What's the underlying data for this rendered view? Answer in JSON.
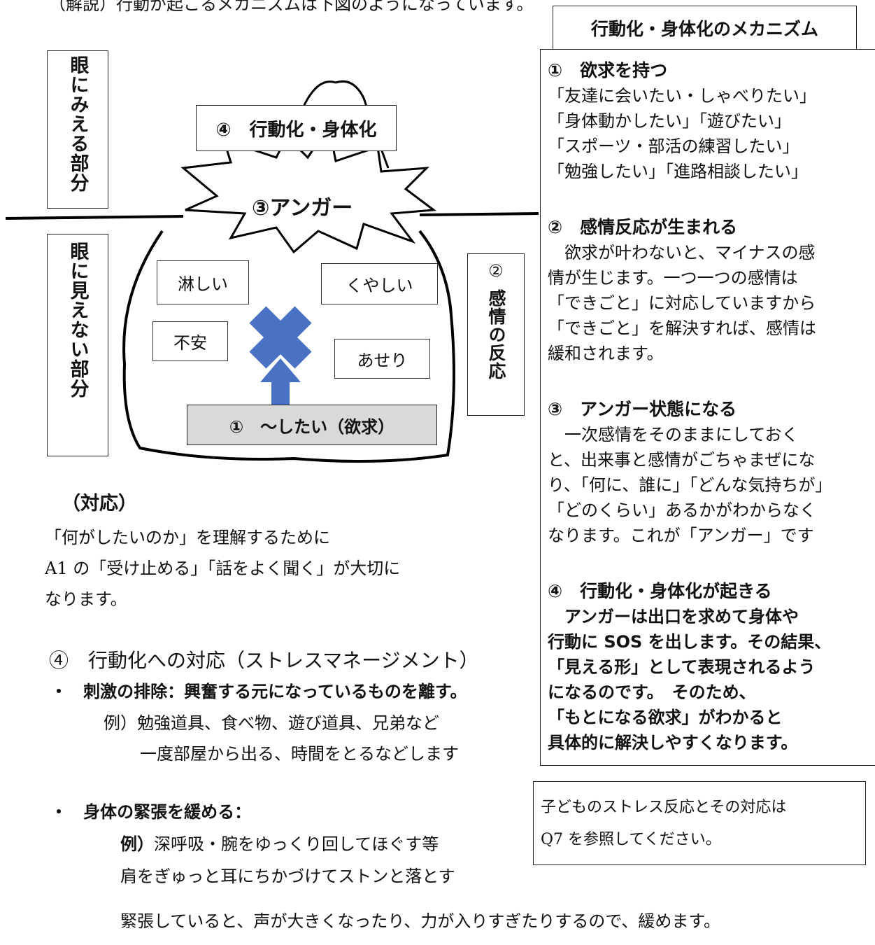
{
  "top_cut_text": "（解説）行動が起こるメカニズムは下図のようになっています。",
  "diagram": {
    "visible_part": "眼にみえる部分",
    "invisible_part": "眼に見えない部分",
    "action_box": "④　行動化・身体化",
    "anger": "③アンガー",
    "emotion_reaction": {
      "num": "②",
      "text": "感情の反応"
    },
    "feelings": [
      "淋しい",
      "くやしい",
      "不安",
      "あせり"
    ],
    "desire": "①　～したい（欲求）",
    "colors": {
      "cross": "#4a72c4",
      "arrow": "#4a72c4",
      "desire_bg": "#d9d9d9"
    }
  },
  "mechanism": {
    "title": "行動化・身体化のメカニズム",
    "sections": [
      {
        "heading": "①　欲求を持つ",
        "lines": [
          "「友達に会いたい・しゃべりたい」",
          "「身体動かしたい」「遊びたい」",
          "「スポーツ・部活の練習したい」",
          "「勉強したい」「進路相談したい」"
        ]
      },
      {
        "heading": "②　感情反応が生まれる",
        "lines": [
          "　欲求が叶わないと、マイナスの感",
          "情が生じます。一つ一つの感情は",
          "「できごと」に対応していますから",
          "「できごと」を解決すれば、感情は",
          "緩和されます。"
        ]
      },
      {
        "heading": "③　アンガー状態になる",
        "lines": [
          "　一次感情をそのままにしておく",
          "と、出来事と感情がごちゃまぜにな",
          "り、「何に、誰に」「どんな気持ちが」",
          "「どのくらい」あるかがわからなく",
          "なります。これが「アンガー」です"
        ]
      },
      {
        "heading": "④　行動化・身体化が起きる",
        "lines": [
          "　アンガーは出口を求めて身体や",
          "行動に SOS を出します。その結果、",
          "「見える形」として表現されるよう",
          "になるのです。　そのため、",
          "「もとになる欲求」がわかると",
          "具体的に解決しやすくなります。"
        ]
      }
    ]
  },
  "response": {
    "heading": "（対応）",
    "lines": [
      "「何がしたいのか」を理解するために",
      "A1 の「受け止める」「話をよく聞く」が大切に",
      "なります。"
    ]
  },
  "stress": {
    "heading": "④　行動化への対応（ストレスマネージメント）",
    "item1": {
      "bullet": "・",
      "title": "刺激の排除：興奮する元になっているものを離す。",
      "ex1": "例）勉強道具、食べ物、遊び道具、兄弟など",
      "ex2": "一度部屋から出る、時間をとるなどします"
    },
    "item2": {
      "bullet": "・",
      "title": "身体の緊張を緩める：",
      "ex_label": "例）",
      "ex1": "深呼吸・腕をゆっくり回してほぐす等",
      "ex2": "肩をぎゅっと耳にちかづけてストンと落とす",
      "ex3": "緊張していると、声が大きくなったり、力が入りすぎたりするので、緩めます。"
    }
  },
  "note": {
    "line1": "子どものストレス反応とその対応は",
    "line2": "Q7 を参照してください。"
  }
}
